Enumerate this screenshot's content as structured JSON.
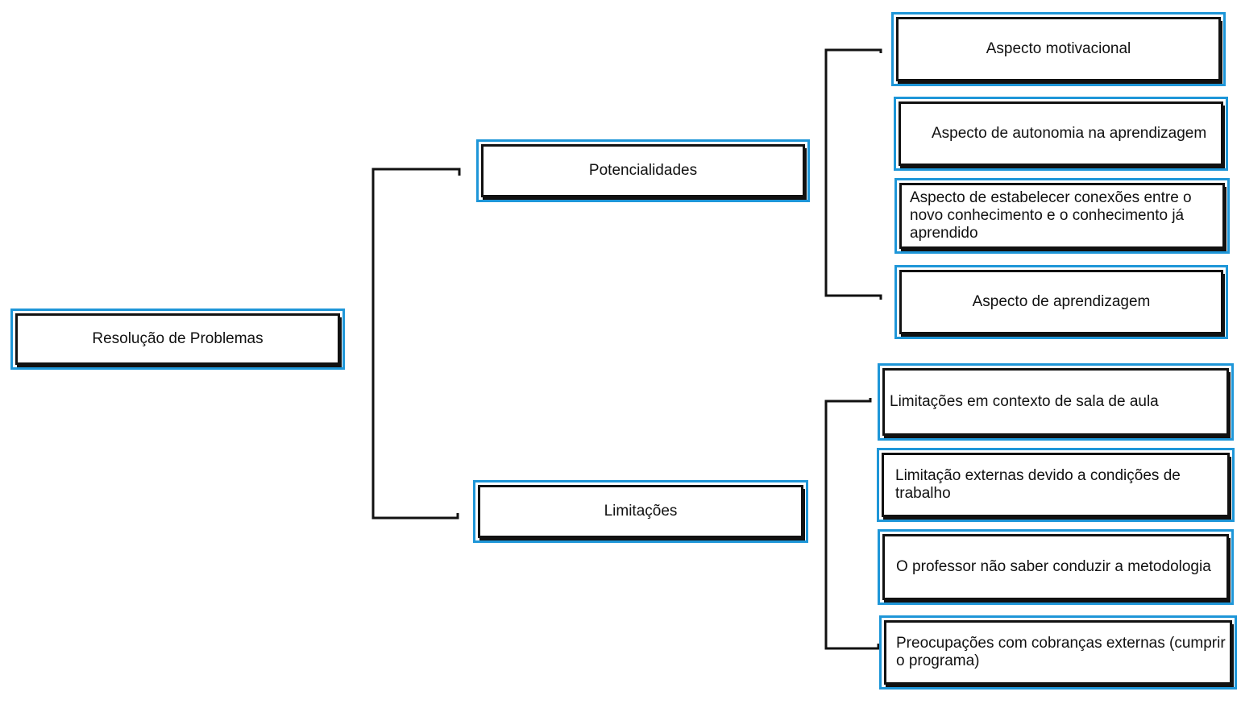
{
  "diagram": {
    "root": {
      "label": "Resolução de Problemas"
    },
    "branches": [
      {
        "label": "Potencialidades",
        "children": [
          "Aspecto motivacional",
          "Aspecto de autonomia na aprendizagem",
          "Aspecto de estabelecer conexões entre o novo conhecimento e o conhecimento já aprendido",
          "Aspecto de aprendizagem"
        ]
      },
      {
        "label": "Limitações",
        "children": [
          "Limitações em contexto de sala de aula",
          "Limitação externas devido a condições de trabalho",
          "O professor não saber conduzir a metodologia",
          "Preocupações com cobranças externas (cumprir o programa)"
        ]
      }
    ]
  },
  "colors": {
    "box_border": "#111111",
    "highlight_border": "#1e96d8",
    "connector": "#111111"
  }
}
